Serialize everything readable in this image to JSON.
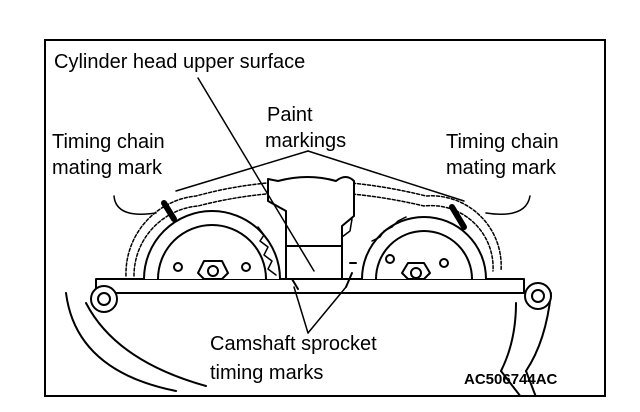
{
  "labels": {
    "cylinder_head": "Cylinder head upper surface",
    "paint_line1": "Paint",
    "paint_line2": "markings",
    "timing_left_line1": "Timing chain",
    "timing_left_line2": "mating mark",
    "timing_right_line1": "Timing chain",
    "timing_right_line2": "mating mark",
    "camshaft_line1": "Camshaft sprocket",
    "camshaft_line2": "timing marks"
  },
  "figure_code": "AC506744AC"
}
